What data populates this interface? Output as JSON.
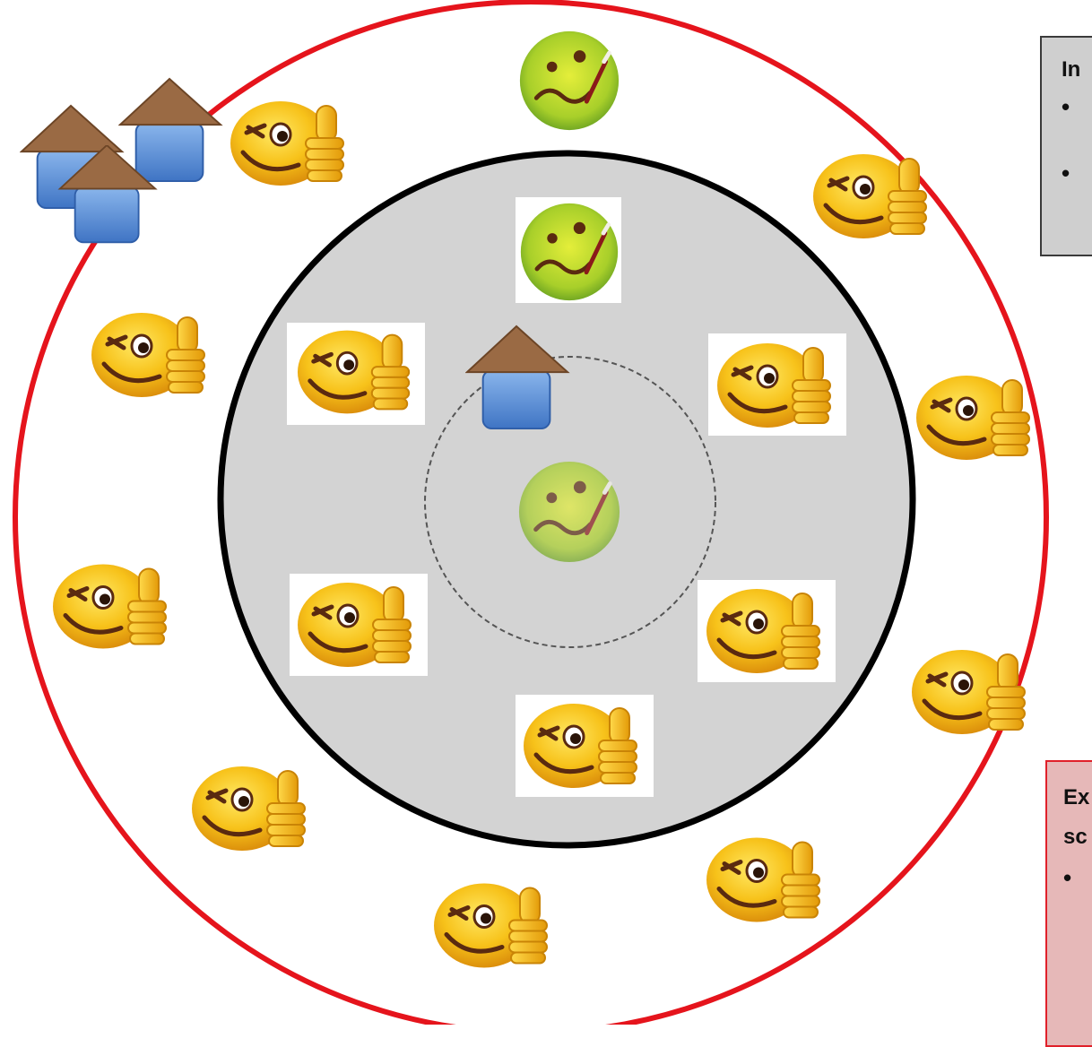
{
  "panels": {
    "info": {
      "title": "In",
      "bullets": [
        "•",
        "•"
      ]
    },
    "ex": {
      "title_line1": "Ex",
      "title_line2": "sc",
      "bullets": [
        "•"
      ]
    }
  },
  "colors": {
    "outer_ring": "#e5141c",
    "inner_ring": "#000000",
    "inner_fill": "#d3d3d3",
    "house_roof": "#9a6a44",
    "house_body": "#5b8fd6",
    "smiley_face": "#f7c21a",
    "thumb": "#f5b810",
    "sick_face": "#a8cf2a",
    "info_panel": "#cfcfcf",
    "ex_panel_fill": "#e6b8b8",
    "ex_panel_border": "#e0202a"
  },
  "icons": [
    "winking-thumbs-up-smiley-icon",
    "sick-smiley-icon",
    "house-icon"
  ]
}
